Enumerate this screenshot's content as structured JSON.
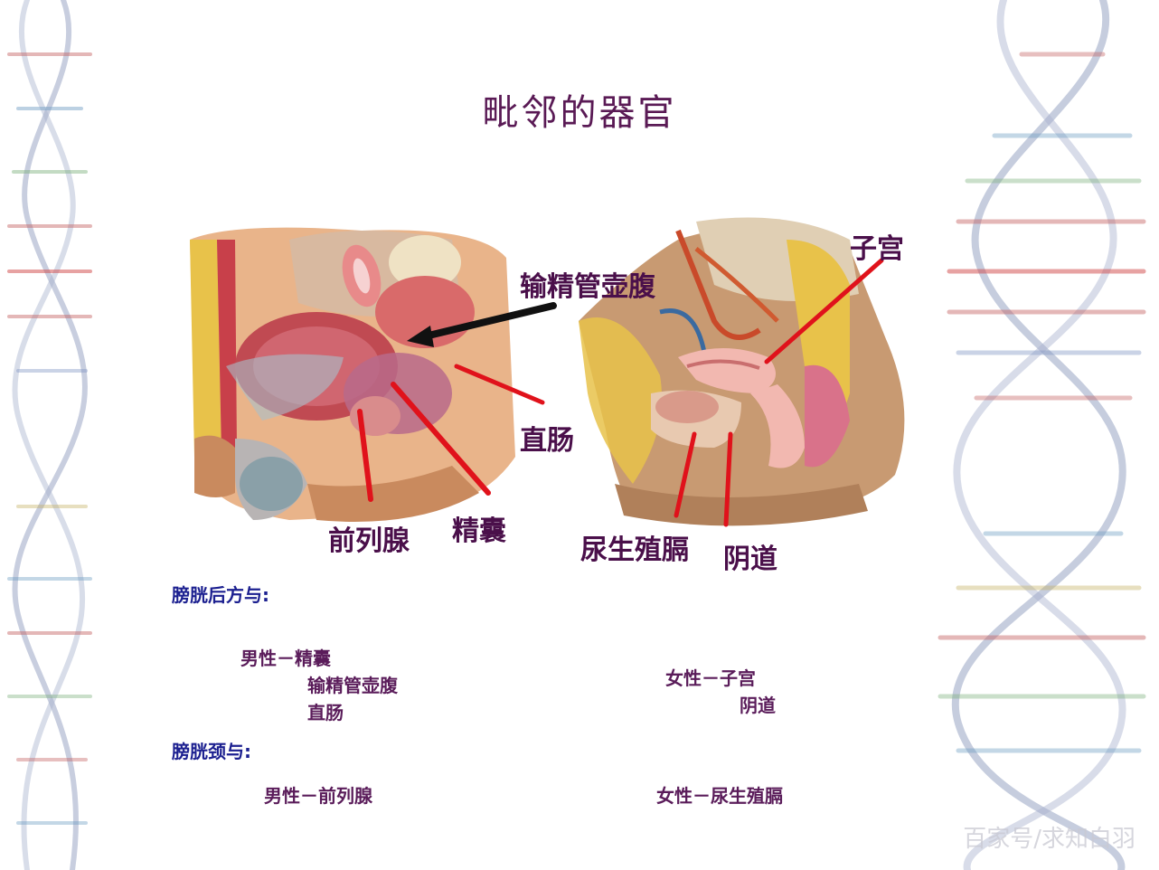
{
  "title": "毗邻的器官",
  "diagram_labels": {
    "ductus_ampulla": "输精管壶腹",
    "rectum": "直肠",
    "prostate": "前列腺",
    "seminal_vesicle": "精囊",
    "uterus": "子宫",
    "urogenital_diaphragm": "尿生殖膈",
    "vagina": "阴道"
  },
  "text": {
    "behind_bladder": "膀胱后方与:",
    "male_behind_1": "男性－精囊",
    "male_behind_2": "输精管壶腹",
    "male_behind_3": "直肠",
    "female_behind_1": "女性－子宫",
    "female_behind_2": "阴道",
    "bladder_neck": "膀胱颈与:",
    "male_neck": "男性－前列腺",
    "female_neck": "女性－尿生殖膈"
  },
  "watermark": "百家号/求知白羽",
  "colors": {
    "title": "#5a1a55",
    "label": "#4a0f4a",
    "heading_blue": "#1c2090",
    "pointer_red": "#e0121b",
    "pointer_black": "#111111"
  }
}
